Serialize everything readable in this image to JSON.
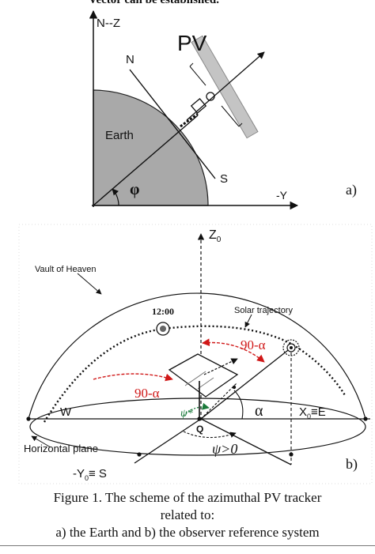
{
  "top_fragment": "Vector can be established.",
  "diagram_a": {
    "axis_vertical_label": "N--Z",
    "axis_horizontal_label": "-Y",
    "pv_label": "PV",
    "north_label": "N",
    "south_label": "S",
    "earth_label": "Earth",
    "angle_label": "φ",
    "panel_tag": "a)",
    "colors": {
      "earth": "#a9a9a9",
      "panel": "#c4c4c4"
    }
  },
  "diagram_b": {
    "zenith_label": "Z",
    "zenith_sub": "0",
    "vault_label": "Vault of Heaven",
    "noon_label": "12:00",
    "solar_trajectory_label": "Solar trajectory",
    "angle_90_alpha_top": "90-α",
    "angle_90_alpha_left": "90-α",
    "alpha_label": "α",
    "west_label": "W",
    "east_label": "X",
    "east_sub": "0",
    "east_rest": "≡E",
    "origin_label": "Q",
    "psi_star_label": "ψ*",
    "psi_label": "ψ>0",
    "horizontal_plane_label": "Horizontal plane",
    "south_prefix": "-Y",
    "south_sub": "0",
    "south_rest": "≡ S",
    "panel_tag": "b)",
    "colors": {
      "red": "#d01818",
      "green": "#1a7a3a"
    }
  },
  "caption": {
    "line1": "Figure 1. The scheme of the azimuthal PV tracker",
    "line2": "related to:",
    "line3": "a) the Earth and b) the observer reference system"
  }
}
